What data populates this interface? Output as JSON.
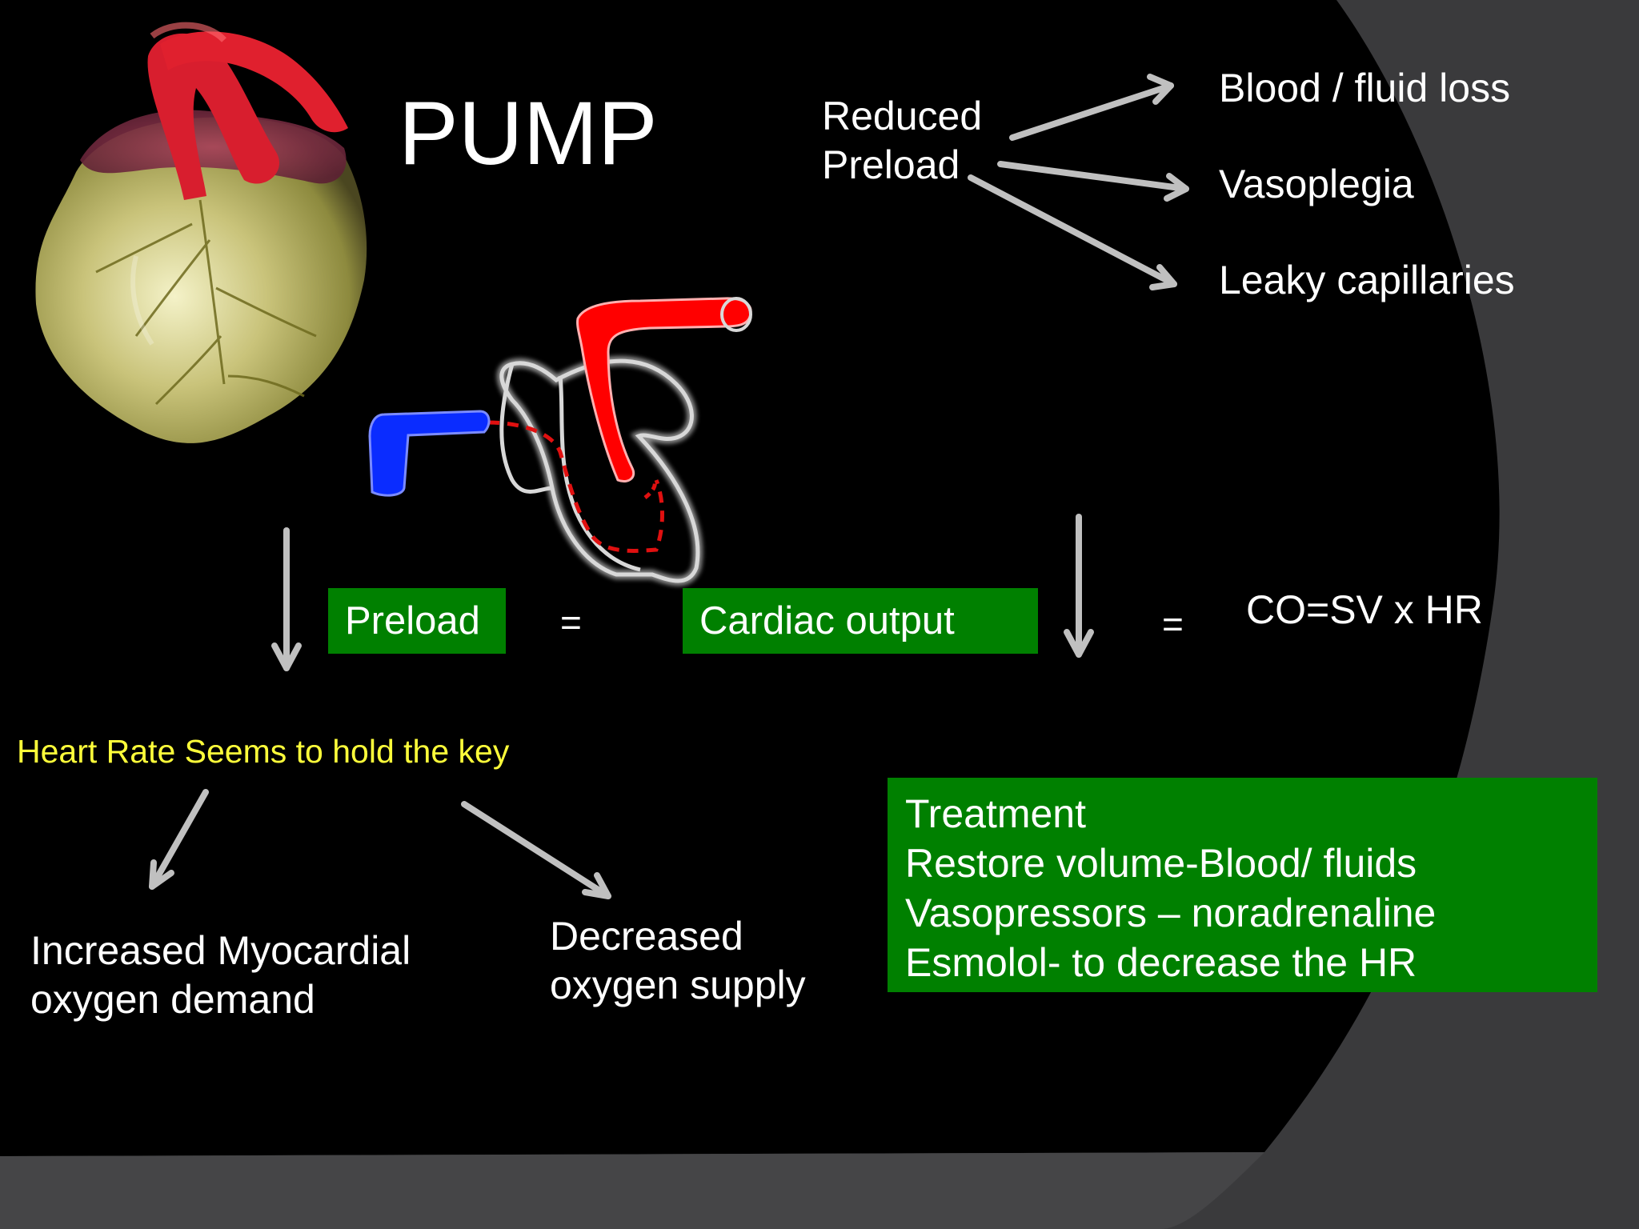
{
  "slide": {
    "title": "PUMP",
    "reduced_preload": {
      "line1": "Reduced",
      "line2": "Preload"
    },
    "causes": [
      "Blood / fluid loss",
      "Vasoplegia",
      "Leaky capillaries"
    ],
    "equation": {
      "preload": "Preload",
      "equals_1": "=",
      "cardiac_output": "Cardiac output",
      "equals_2": "=",
      "formula": "CO=SV x HR"
    },
    "heart_rate_note": "Heart Rate Seems to hold the key",
    "consequences": {
      "increased": {
        "line1": "Increased Myocardial",
        "line2": "oxygen demand"
      },
      "decreased": {
        "line1": "Decreased",
        "line2": "oxygen supply"
      }
    },
    "treatment": {
      "heading": "Treatment",
      "items": [
        "Restore volume-Blood/ fluids",
        "Vasopressors – noradrenaline",
        "Esmolol- to decrease the HR"
      ]
    },
    "colors": {
      "box_green": "#008000",
      "note_yellow": "#ffff3a",
      "vein_blue": "#0a2cff",
      "artery_red": "#ff0000",
      "background": "#000000",
      "background_swoosh": "#3c3c3e"
    },
    "icons": [
      "heart-photo",
      "heart-schematic"
    ]
  }
}
